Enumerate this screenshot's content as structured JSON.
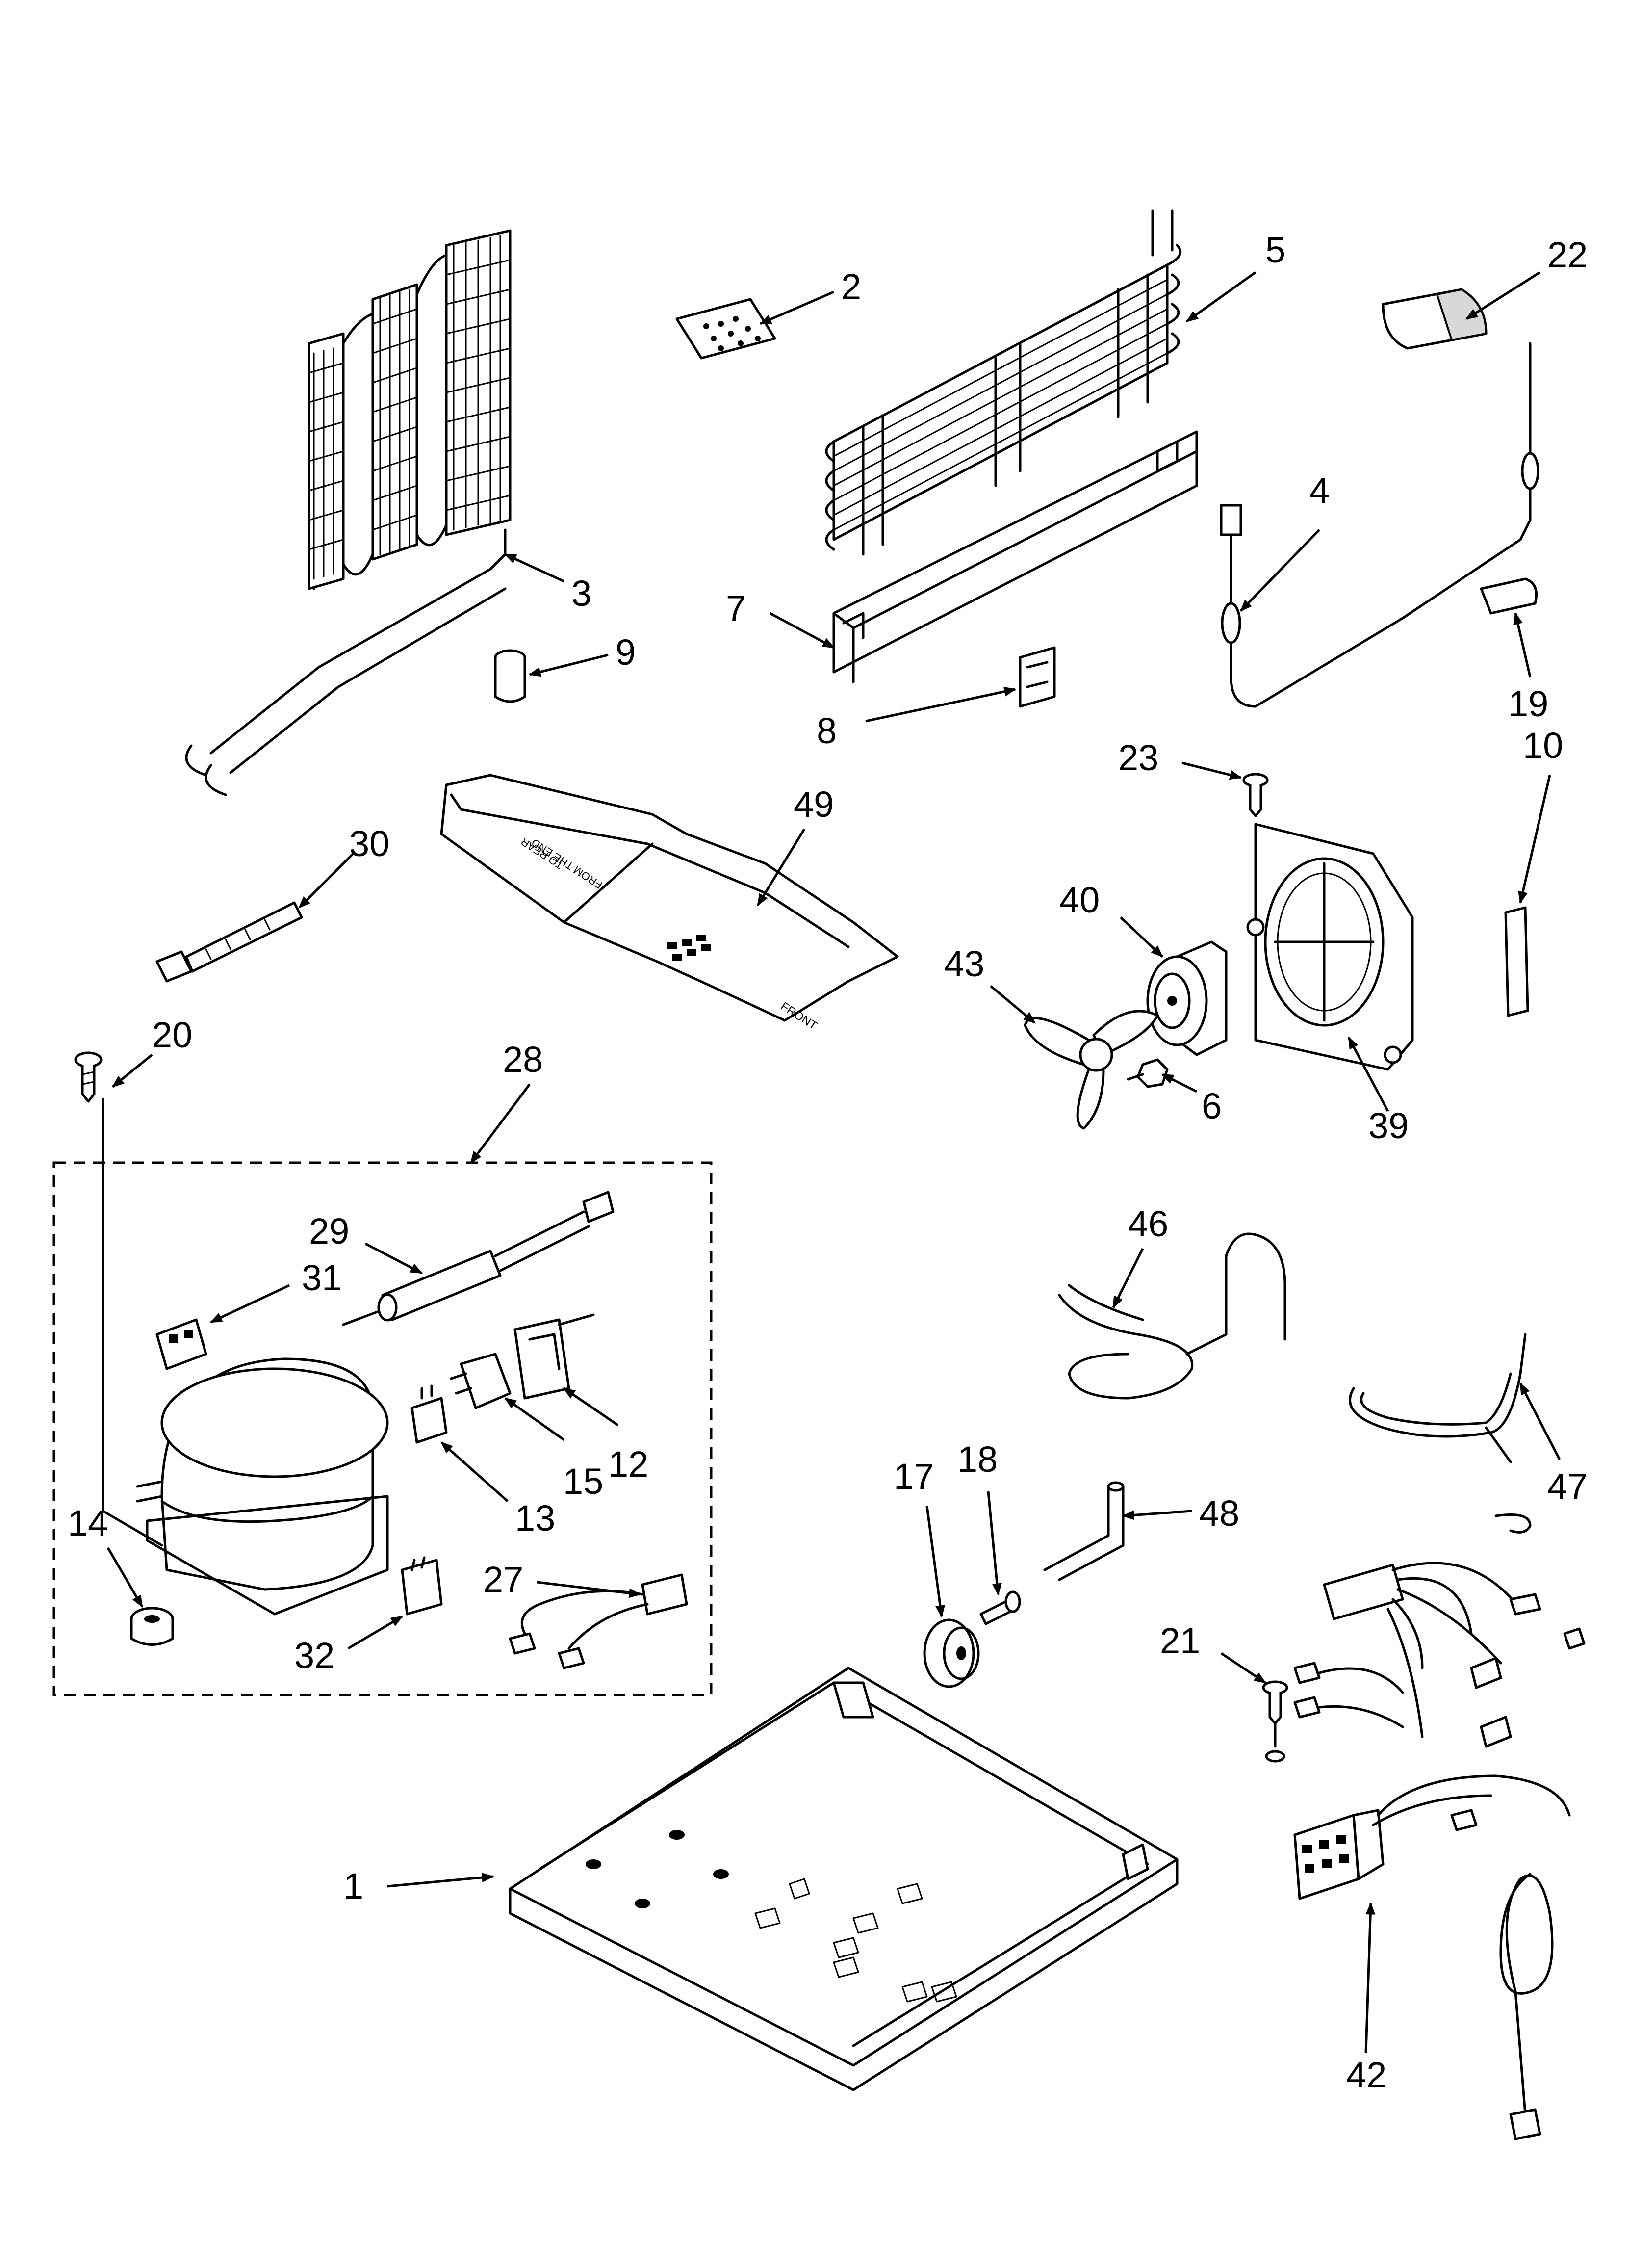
{
  "diagram": {
    "callouts": {
      "c1": "1",
      "c2": "2",
      "c3": "3",
      "c4": "4",
      "c5": "5",
      "c6": "6",
      "c7": "7",
      "c8": "8",
      "c9": "9",
      "c10": "10",
      "c12": "12",
      "c13": "13",
      "c14": "14",
      "c15": "15",
      "c17": "17",
      "c18": "18",
      "c19": "19",
      "c20": "20",
      "c21": "21",
      "c22": "22",
      "c23": "23",
      "c27": "27",
      "c28": "28",
      "c29": "29",
      "c30": "30",
      "c31": "31",
      "c32": "32",
      "c39": "39",
      "c40": "40",
      "c42": "42",
      "c43": "43",
      "c46": "46",
      "c47": "47",
      "c48": "48",
      "c49": "49"
    },
    "drain_pan_lettering": [
      "FRONT",
      "TO REAR",
      "FROM THE END"
    ],
    "colors": {
      "ink": "#000000",
      "paper": "#ffffff"
    }
  }
}
